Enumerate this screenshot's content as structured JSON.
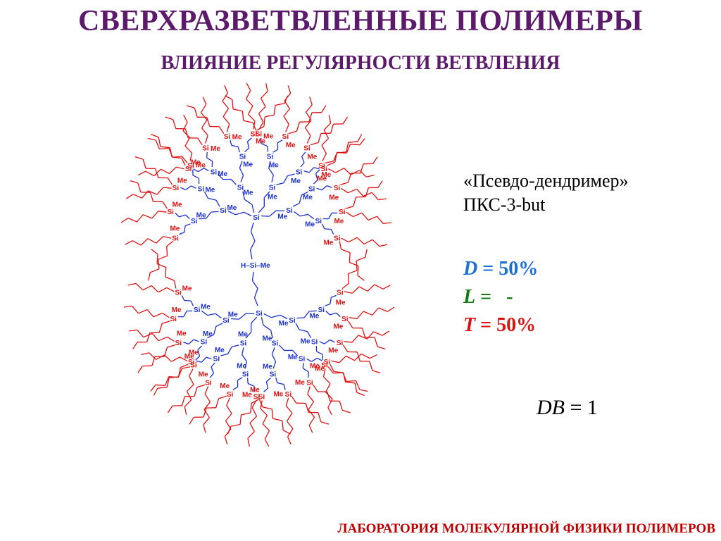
{
  "title": "СВЕРХРАЗВЕТВЛЕННЫЕ ПОЛИМЕРЫ",
  "subtitle": "ВЛИЯНИЕ РЕГУЛЯРНОСТИ ВЕТВЛЕНИЯ",
  "info": {
    "line1": "«Псевдо-дендример»",
    "line2": "ПКС-3-but"
  },
  "params": {
    "d_label": "D",
    "d_value": "= 50%",
    "l_label": "L",
    "l_value": "=   -",
    "t_label": "T",
    "t_value": "= 50%",
    "db_label": "DB",
    "db_value": "= 1"
  },
  "structure": {
    "core_label": "H–Si–Me",
    "atom_si": "Si",
    "atom_me": "Me"
  },
  "footer": "ЛАБОРАТОРИЯ МОЛЕКУЛЯРНОЙ ФИЗИКИ ПОЛИМЕРОВ",
  "colors": {
    "title": "#5c1a6b",
    "text": "#000000",
    "d": "#1a6fd6",
    "l": "#117a11",
    "t": "#d81414",
    "blue_branch": "#1a2fd0",
    "red_branch": "#e01010",
    "footer": "#c00000"
  }
}
